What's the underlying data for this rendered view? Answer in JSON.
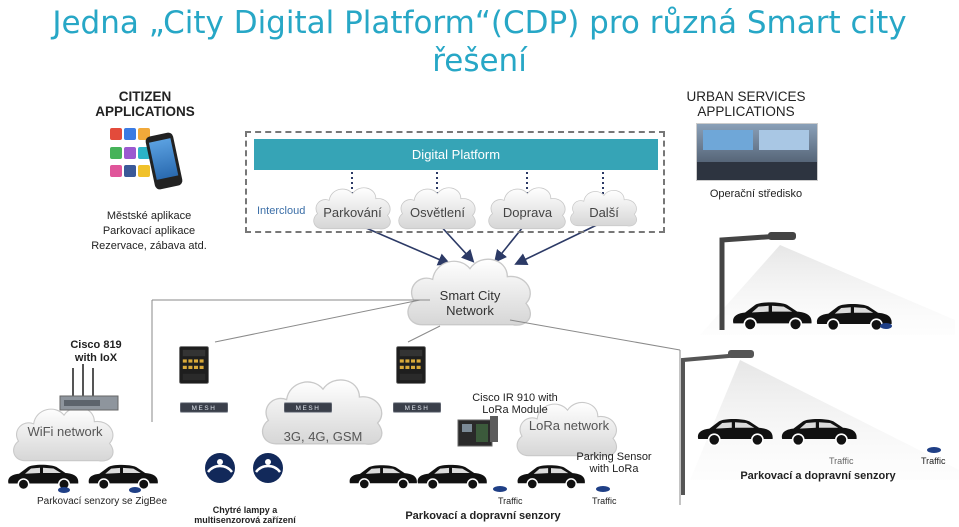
{
  "title": {
    "line1": "Jedna „City Digital Platform“(CDP) pro různá Smart city",
    "line2": "řešení"
  },
  "citizen": {
    "header_l1": "CITIZEN",
    "header_l2": "APPLICATIONS",
    "items": [
      "Městské aplikace",
      "Parkovací aplikace",
      "Rezervace, zábava atd."
    ]
  },
  "urban": {
    "header_l1": "URBAN SERVICES",
    "header_l2": "APPLICATIONS",
    "center_label": "Operační středisko"
  },
  "platform": {
    "bar_label": "Digital Platform",
    "intercloud": "Intercloud",
    "clouds": [
      "Parkování",
      "Osvětlení",
      "Doprava",
      "Další"
    ]
  },
  "network": {
    "smart_city_l1": "Smart City",
    "smart_city_l2": "Network",
    "cisco819_l1": "Cisco 819",
    "cisco819_l2": "with IoX",
    "wifi": "WiFi network",
    "cellular": "3G, 4G, GSM",
    "mesh": "MESH",
    "ir910_l1": "Cisco IR 910 with",
    "ir910_l2": "LoRa Module",
    "lora": "LoRa network",
    "parking_sensor_l1": "Parking Sensor",
    "parking_sensor_l2": "with LoRa"
  },
  "bottom": {
    "zigbee": "Parkovací senzory se ZigBee",
    "lamps_l1": "Chytré lampy a",
    "lamps_l2": "multisenzorová zařízení",
    "traffic": "Traffic",
    "parking_traffic": "Parkovací a dopravní senzory"
  },
  "colors": {
    "title": "#27a7c6",
    "platform_bar": "#36a4b6",
    "arrow": "#2c3a66",
    "cloud_text": "#444444",
    "sensor": "#1f3f86"
  }
}
